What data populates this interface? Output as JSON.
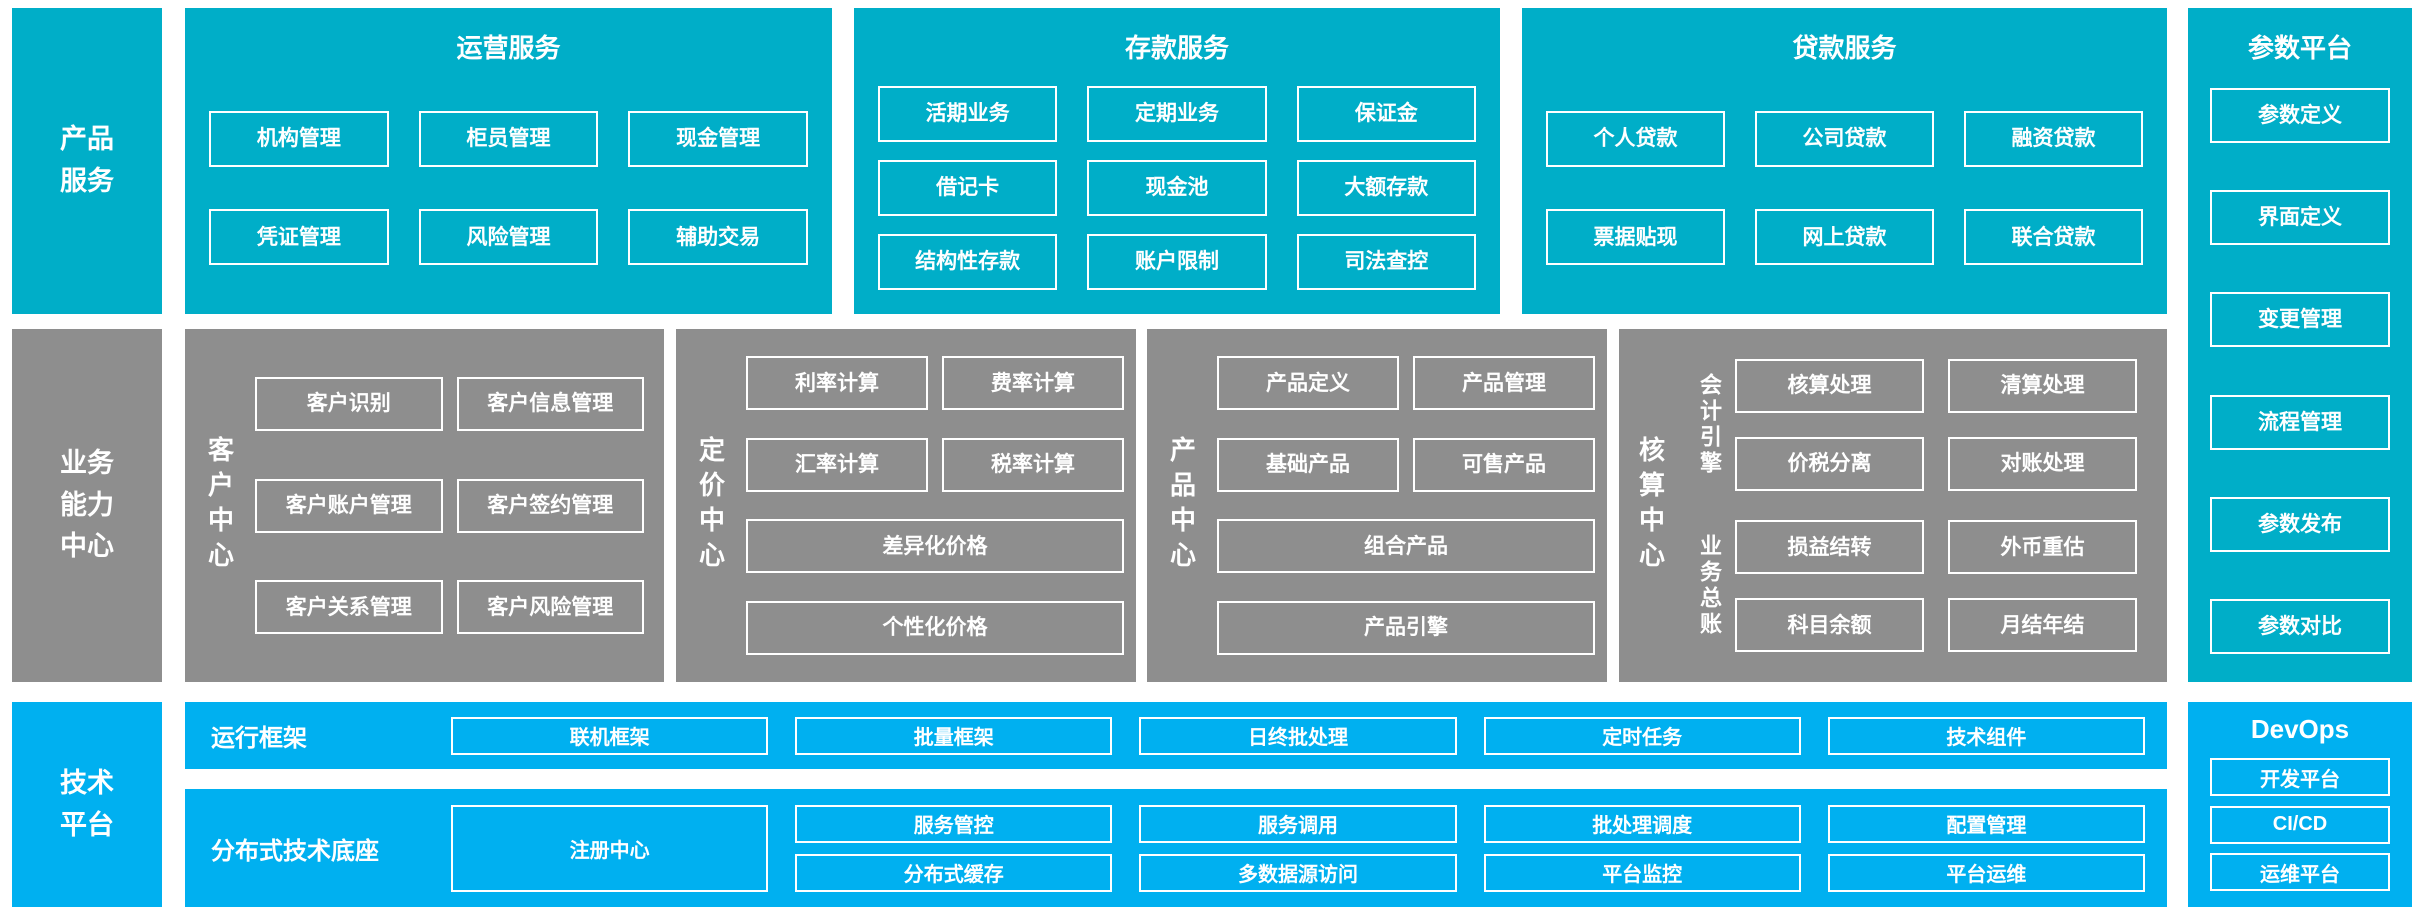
{
  "colors": {
    "teal": "#00AEC8",
    "gray": "#8E8E8E",
    "blue": "#00B0F0",
    "text": "#FFFFFF"
  },
  "sidebar": {
    "product": "产品\n服务",
    "business": "业务\n能力\n中心",
    "tech": "技术\n平台"
  },
  "operation": {
    "title": "运营服务",
    "items": [
      "机构管理",
      "柜员管理",
      "现金管理",
      "凭证管理",
      "风险管理",
      "辅助交易"
    ]
  },
  "deposit": {
    "title": "存款服务",
    "items": [
      "活期业务",
      "定期业务",
      "保证金",
      "借记卡",
      "现金池",
      "大额存款",
      "结构性存款",
      "账户限制",
      "司法查控"
    ]
  },
  "loan": {
    "title": "贷款服务",
    "items": [
      "个人贷款",
      "公司贷款",
      "融资贷款",
      "票据贴现",
      "网上贷款",
      "联合贷款"
    ]
  },
  "param_platform": {
    "title": "参数平台",
    "items": [
      "参数定义",
      "界面定义",
      "变更管理",
      "流程管理",
      "参数发布",
      "参数对比"
    ]
  },
  "customer": {
    "title": "客户中心",
    "items": [
      "客户识别",
      "客户信息管理",
      "客户账户管理",
      "客户签约管理",
      "客户关系管理",
      "客户风险管理"
    ]
  },
  "pricing": {
    "title": "定价中心",
    "items": [
      "利率计算",
      "费率计算",
      "汇率计算",
      "税率计算"
    ],
    "wide_items": [
      "差异化价格",
      "个性化价格"
    ]
  },
  "product_center": {
    "title": "产品中心",
    "items": [
      "产品定义",
      "产品管理",
      "基础产品",
      "可售产品"
    ],
    "wide_items": [
      "组合产品",
      "产品引擎"
    ]
  },
  "accounting": {
    "title": "核算中心",
    "groups": [
      {
        "label": "会计引擎",
        "items": [
          "核算处理",
          "清算处理",
          "价税分离",
          "对账处理"
        ]
      },
      {
        "label": "业务总账",
        "items": [
          "损益结转",
          "外币重估",
          "科目余额",
          "月结年结"
        ]
      }
    ]
  },
  "runtime": {
    "title": "运行框架",
    "items": [
      "联机框架",
      "批量框架",
      "日终批处理",
      "定时任务",
      "技术组件"
    ]
  },
  "distributed": {
    "title": "分布式技术底座",
    "registry": "注册中心",
    "rows": [
      [
        "服务管控",
        "服务调用",
        "批处理调度",
        "配置管理"
      ],
      [
        "分布式缓存",
        "多数据源访问",
        "平台监控",
        "平台运维"
      ]
    ]
  },
  "devops": {
    "title": "DevOps",
    "items": [
      "开发平台",
      "CI/CD",
      "运维平台"
    ]
  }
}
